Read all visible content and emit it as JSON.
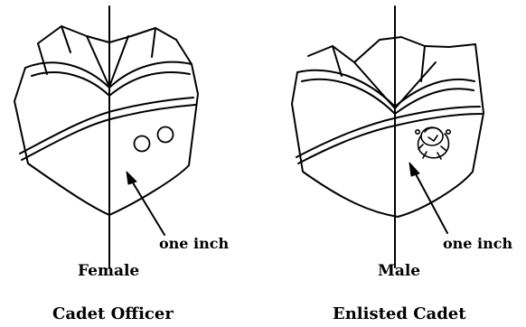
{
  "figures": [
    {
      "gender": "Female",
      "rank": "Cadet Officer",
      "note": "one inch",
      "insignia": "two-circles"
    },
    {
      "gender": "Male",
      "rank": "Enlisted Cadet",
      "note": "one inch",
      "insignia": "wreath-emblem"
    }
  ]
}
